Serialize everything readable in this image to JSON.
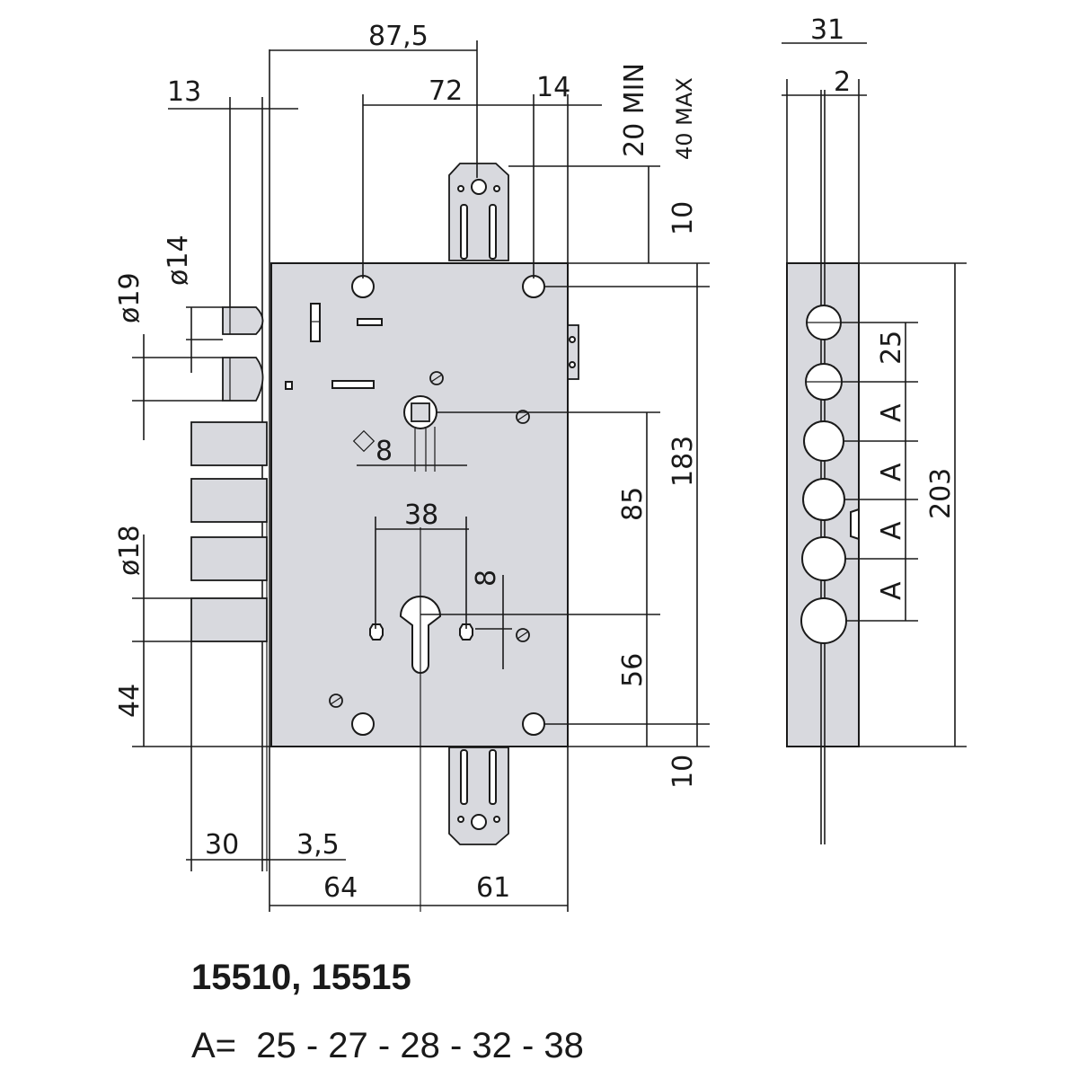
{
  "front_view": {
    "dims": {
      "d87_5": "87,5",
      "d72": "72",
      "d14": "14",
      "d13": "13",
      "d20min": "20 MIN",
      "d40max": "40 MAX",
      "d10_top": "10",
      "d10_bottom": "10",
      "dia14": "ø14",
      "dia19": "ø19",
      "dia18": "ø18",
      "sq8": "8",
      "d38": "38",
      "d8": "8",
      "d85": "85",
      "d183": "183",
      "d56": "56",
      "d44": "44",
      "d30": "30",
      "d3_5": "3,5",
      "d64": "64",
      "d61": "61"
    }
  },
  "side_view": {
    "dims": {
      "d31": "31",
      "d2": "2",
      "d25": "25",
      "a1": "A",
      "a2": "A",
      "a3": "A",
      "a4": "A",
      "d203": "203"
    }
  },
  "caption": {
    "models": "15510, 15515",
    "a_values": "A=  25 - 27 - 28 - 32 - 38"
  }
}
